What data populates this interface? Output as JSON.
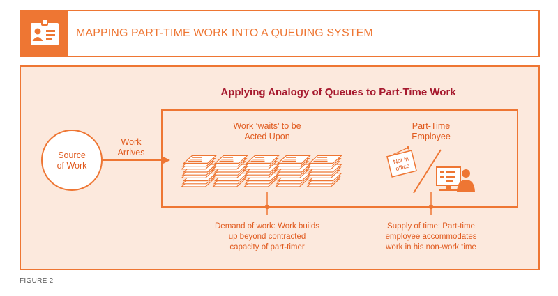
{
  "header": {
    "title": "MAPPING PART-TIME WORK INTO A QUEUING SYSTEM"
  },
  "diagram": {
    "subtitle": "Applying Analogy of Queues to Part-Time Work",
    "source_label_line1": "Source",
    "source_label_line2": "of Work",
    "arrives_line1": "Work",
    "arrives_line2": "Arrives",
    "queue_label_line1": "Work ‘waits’ to be",
    "queue_label_line2": "Acted Upon",
    "employee_label_line1": "Part-Time",
    "employee_label_line2": "Employee",
    "sign_line1": "Not in",
    "sign_line2": "office",
    "demand_line1": "Demand of work: Work builds",
    "demand_line2": "up beyond contracted",
    "demand_line3": "capacity of part-timer",
    "supply_line1": "Supply of time: Part-time",
    "supply_line2": "employee accommodates",
    "supply_line3": "work in his non-work time"
  },
  "footer": {
    "figure_label": "FIGURE 2"
  },
  "colors": {
    "accent": "#EE7633",
    "panel_bg": "#FCE9DD",
    "subtitle": "#A6192E"
  }
}
